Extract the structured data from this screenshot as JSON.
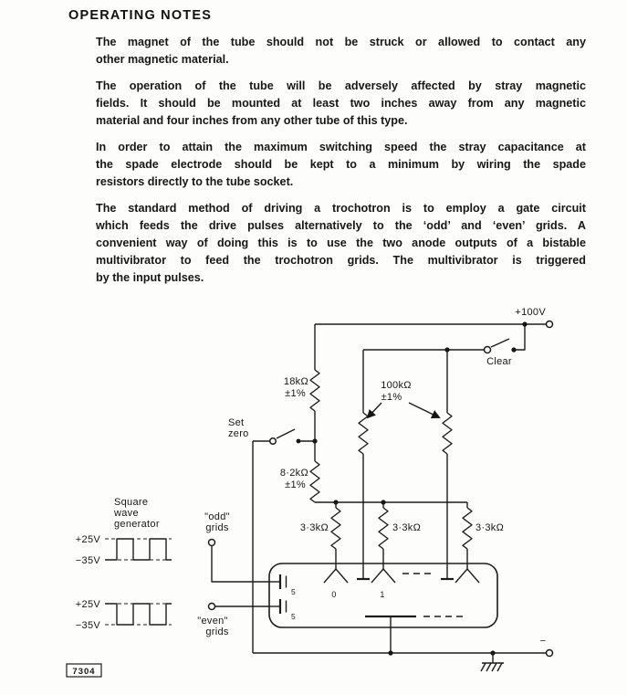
{
  "page": {
    "title": "OPERATING NOTES",
    "paragraphs": [
      [
        "The magnet of the tube should not be struck or allowed to contact any",
        "other magnetic material."
      ],
      [
        "The operation of the tube will be adversely affected by stray magnetic",
        "fields. It should be mounted at least two inches away from any magnetic",
        "material and four inches from any other tube of this type."
      ],
      [
        "In order to attain the maximum switching speed the stray capacitance at",
        "the spade electrode should be kept to a minimum by wiring the spade",
        "resistors directly to the tube socket."
      ],
      [
        "The standard method of driving a trochotron is to employ a gate circuit",
        "which feeds the drive pulses alternatively to the ‘odd’ and ‘even’ grids. A",
        "convenient way of doing this is to use the two anode outputs of a bistable",
        "multivibrator to feed the trochotron grids. The multivibrator is triggered",
        "by the input pulses."
      ]
    ]
  },
  "diagram": {
    "figure_number": "7304",
    "supply_label": "+100V",
    "clear_label": "Clear",
    "minus_label": "−",
    "resistors": {
      "r18k": "18kΩ",
      "r18k_tol": "±1%",
      "r100k": "100kΩ",
      "r100k_tol": "±1%",
      "r82k": "8·2kΩ",
      "r82k_tol": "±1%",
      "r33k_a": "3·3kΩ",
      "r33k_b": "3·3kΩ",
      "r33k_c": "3·3kΩ"
    },
    "set_zero": {
      "line1": "Set",
      "line2": "zero"
    },
    "generator": {
      "line1": "Square",
      "line2": "wave",
      "line3": "generator",
      "odd_high": "+25V",
      "odd_low": "−35V",
      "even_high": "+25V",
      "even_low": "−35V"
    },
    "grids": {
      "odd_line1": "\"odd\"",
      "odd_line2": "grids",
      "even_line1": "\"even\"",
      "even_line2": "grids",
      "odd_count": "5",
      "even_count": "5"
    },
    "positions": {
      "p0": "0",
      "p1": "1"
    }
  }
}
